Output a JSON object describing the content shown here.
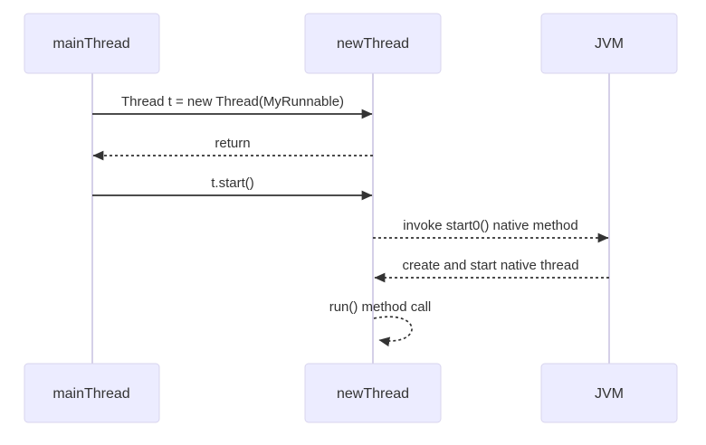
{
  "diagram": {
    "type": "sequence-diagram",
    "actors": [
      {
        "id": "mainThread",
        "label": "mainThread"
      },
      {
        "id": "newThread",
        "label": "newThread"
      },
      {
        "id": "JVM",
        "label": "JVM"
      }
    ],
    "messages": [
      {
        "index": 1,
        "from": "mainThread",
        "to": "newThread",
        "label": "Thread t = new Thread(MyRunnable)",
        "line": "solid",
        "direction": "right"
      },
      {
        "index": 2,
        "from": "newThread",
        "to": "mainThread",
        "label": "return",
        "line": "dashed",
        "direction": "left"
      },
      {
        "index": 3,
        "from": "mainThread",
        "to": "newThread",
        "label": "t.start()",
        "line": "solid",
        "direction": "right"
      },
      {
        "index": 4,
        "from": "newThread",
        "to": "JVM",
        "label": "invoke start0() native method",
        "line": "dashed",
        "direction": "right"
      },
      {
        "index": 5,
        "from": "JVM",
        "to": "newThread",
        "label": "create and start native thread",
        "line": "dashed",
        "direction": "left"
      },
      {
        "index": 6,
        "from": "newThread",
        "to": "newThread",
        "label": "run() method call",
        "line": "dashed",
        "direction": "self"
      }
    ],
    "colors": {
      "background": "#FFFFFF",
      "actor_fill": "#ECECFF",
      "actor_border": "#D8D4EE",
      "lifeline": "#D5D0E8",
      "message": "#333333",
      "text": "#333333"
    }
  }
}
